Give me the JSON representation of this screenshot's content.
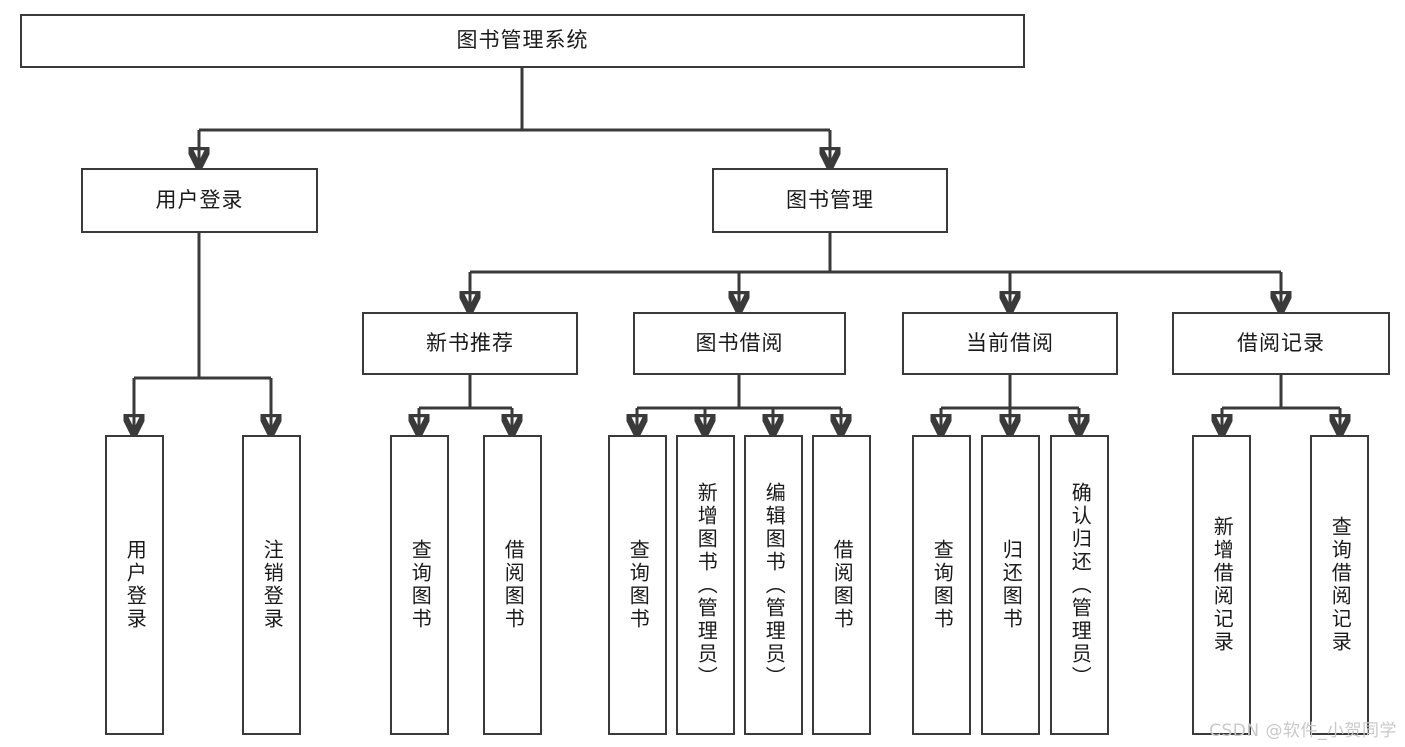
{
  "diagram": {
    "type": "tree-hierarchy",
    "orientation": "top-down",
    "root": {
      "label": "图书管理系统"
    },
    "level2": [
      {
        "label": "用户登录"
      },
      {
        "label": "图书管理"
      }
    ],
    "level3": [
      {
        "label": "新书推荐"
      },
      {
        "label": "图书借阅"
      },
      {
        "label": "当前借阅"
      },
      {
        "label": "借阅记录"
      }
    ],
    "leaves": {
      "user_login": [
        {
          "label": "用户登录"
        },
        {
          "label": "注销登录"
        }
      ],
      "new_book_recommend": [
        {
          "label": "查询图书"
        },
        {
          "label": "借阅图书"
        }
      ],
      "book_borrow": [
        {
          "label": "查询图书"
        },
        {
          "label": "新增图书（管理员）"
        },
        {
          "label": "编辑图书（管理员）"
        },
        {
          "label": "借阅图书"
        }
      ],
      "current_borrow": [
        {
          "label": "查询图书"
        },
        {
          "label": "归还图书"
        },
        {
          "label": "确认归还（管理员）"
        }
      ],
      "borrow_record": [
        {
          "label": "新增借阅记录"
        },
        {
          "label": "查询借阅记录"
        }
      ]
    }
  },
  "watermark": {
    "text": "CSDN @软件_小贺同学"
  },
  "colors": {
    "border": "#3a3a3a",
    "text": "#1a1a1a",
    "background": "#ffffff",
    "watermark": "#c9c9c9"
  }
}
